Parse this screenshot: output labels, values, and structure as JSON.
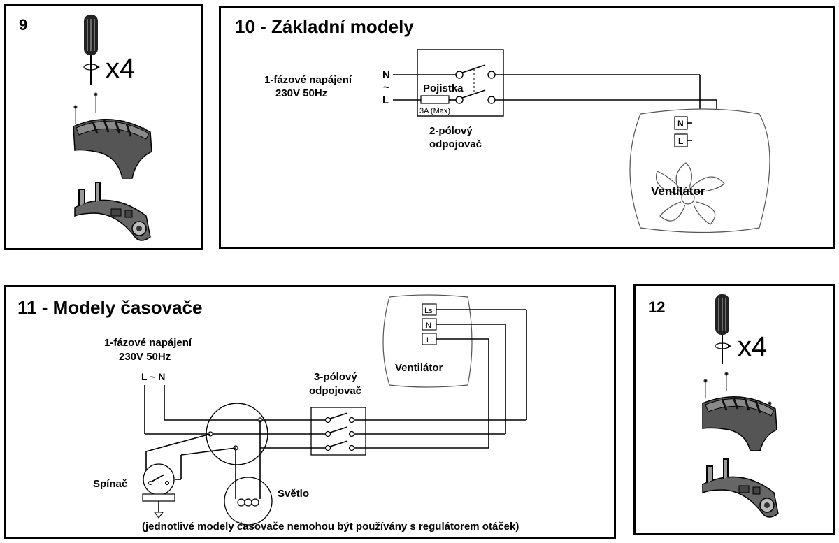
{
  "panel9": {
    "number": "9",
    "multiplier": "x4"
  },
  "panel10": {
    "title": "10 - Základní modely",
    "supply_line1": "1-fázové napájení",
    "supply_line2": "230V 50Hz",
    "terminal_n": "N",
    "terminal_tilde": "~",
    "terminal_l": "L",
    "fuse_label": "Pojistka",
    "fuse_rating": "3A (Max)",
    "switch_line1": "2-pólový",
    "switch_line2": "odpojovač",
    "fan_terminal_n": "N",
    "fan_terminal_l": "L",
    "fan_label": "Ventilátor"
  },
  "panel11": {
    "title": "11 - Modely časovače",
    "supply_line1": "1-fázové napájení",
    "supply_line2": "230V 50Hz",
    "supply_terminals": "L ~ N",
    "fan_terminal_ls": "Ls",
    "fan_terminal_n": "N",
    "fan_terminal_l": "L",
    "fan_label": "Ventilátor",
    "switch_line1": "3-pólový",
    "switch_line2": "odpojovač",
    "spinac_label": "Spínač",
    "light_label": "Světlo",
    "note": "(jednotlivé modely časovače nemohou být používány s regulátorem otáček)"
  },
  "panel12": {
    "number": "12",
    "multiplier": "x4"
  }
}
